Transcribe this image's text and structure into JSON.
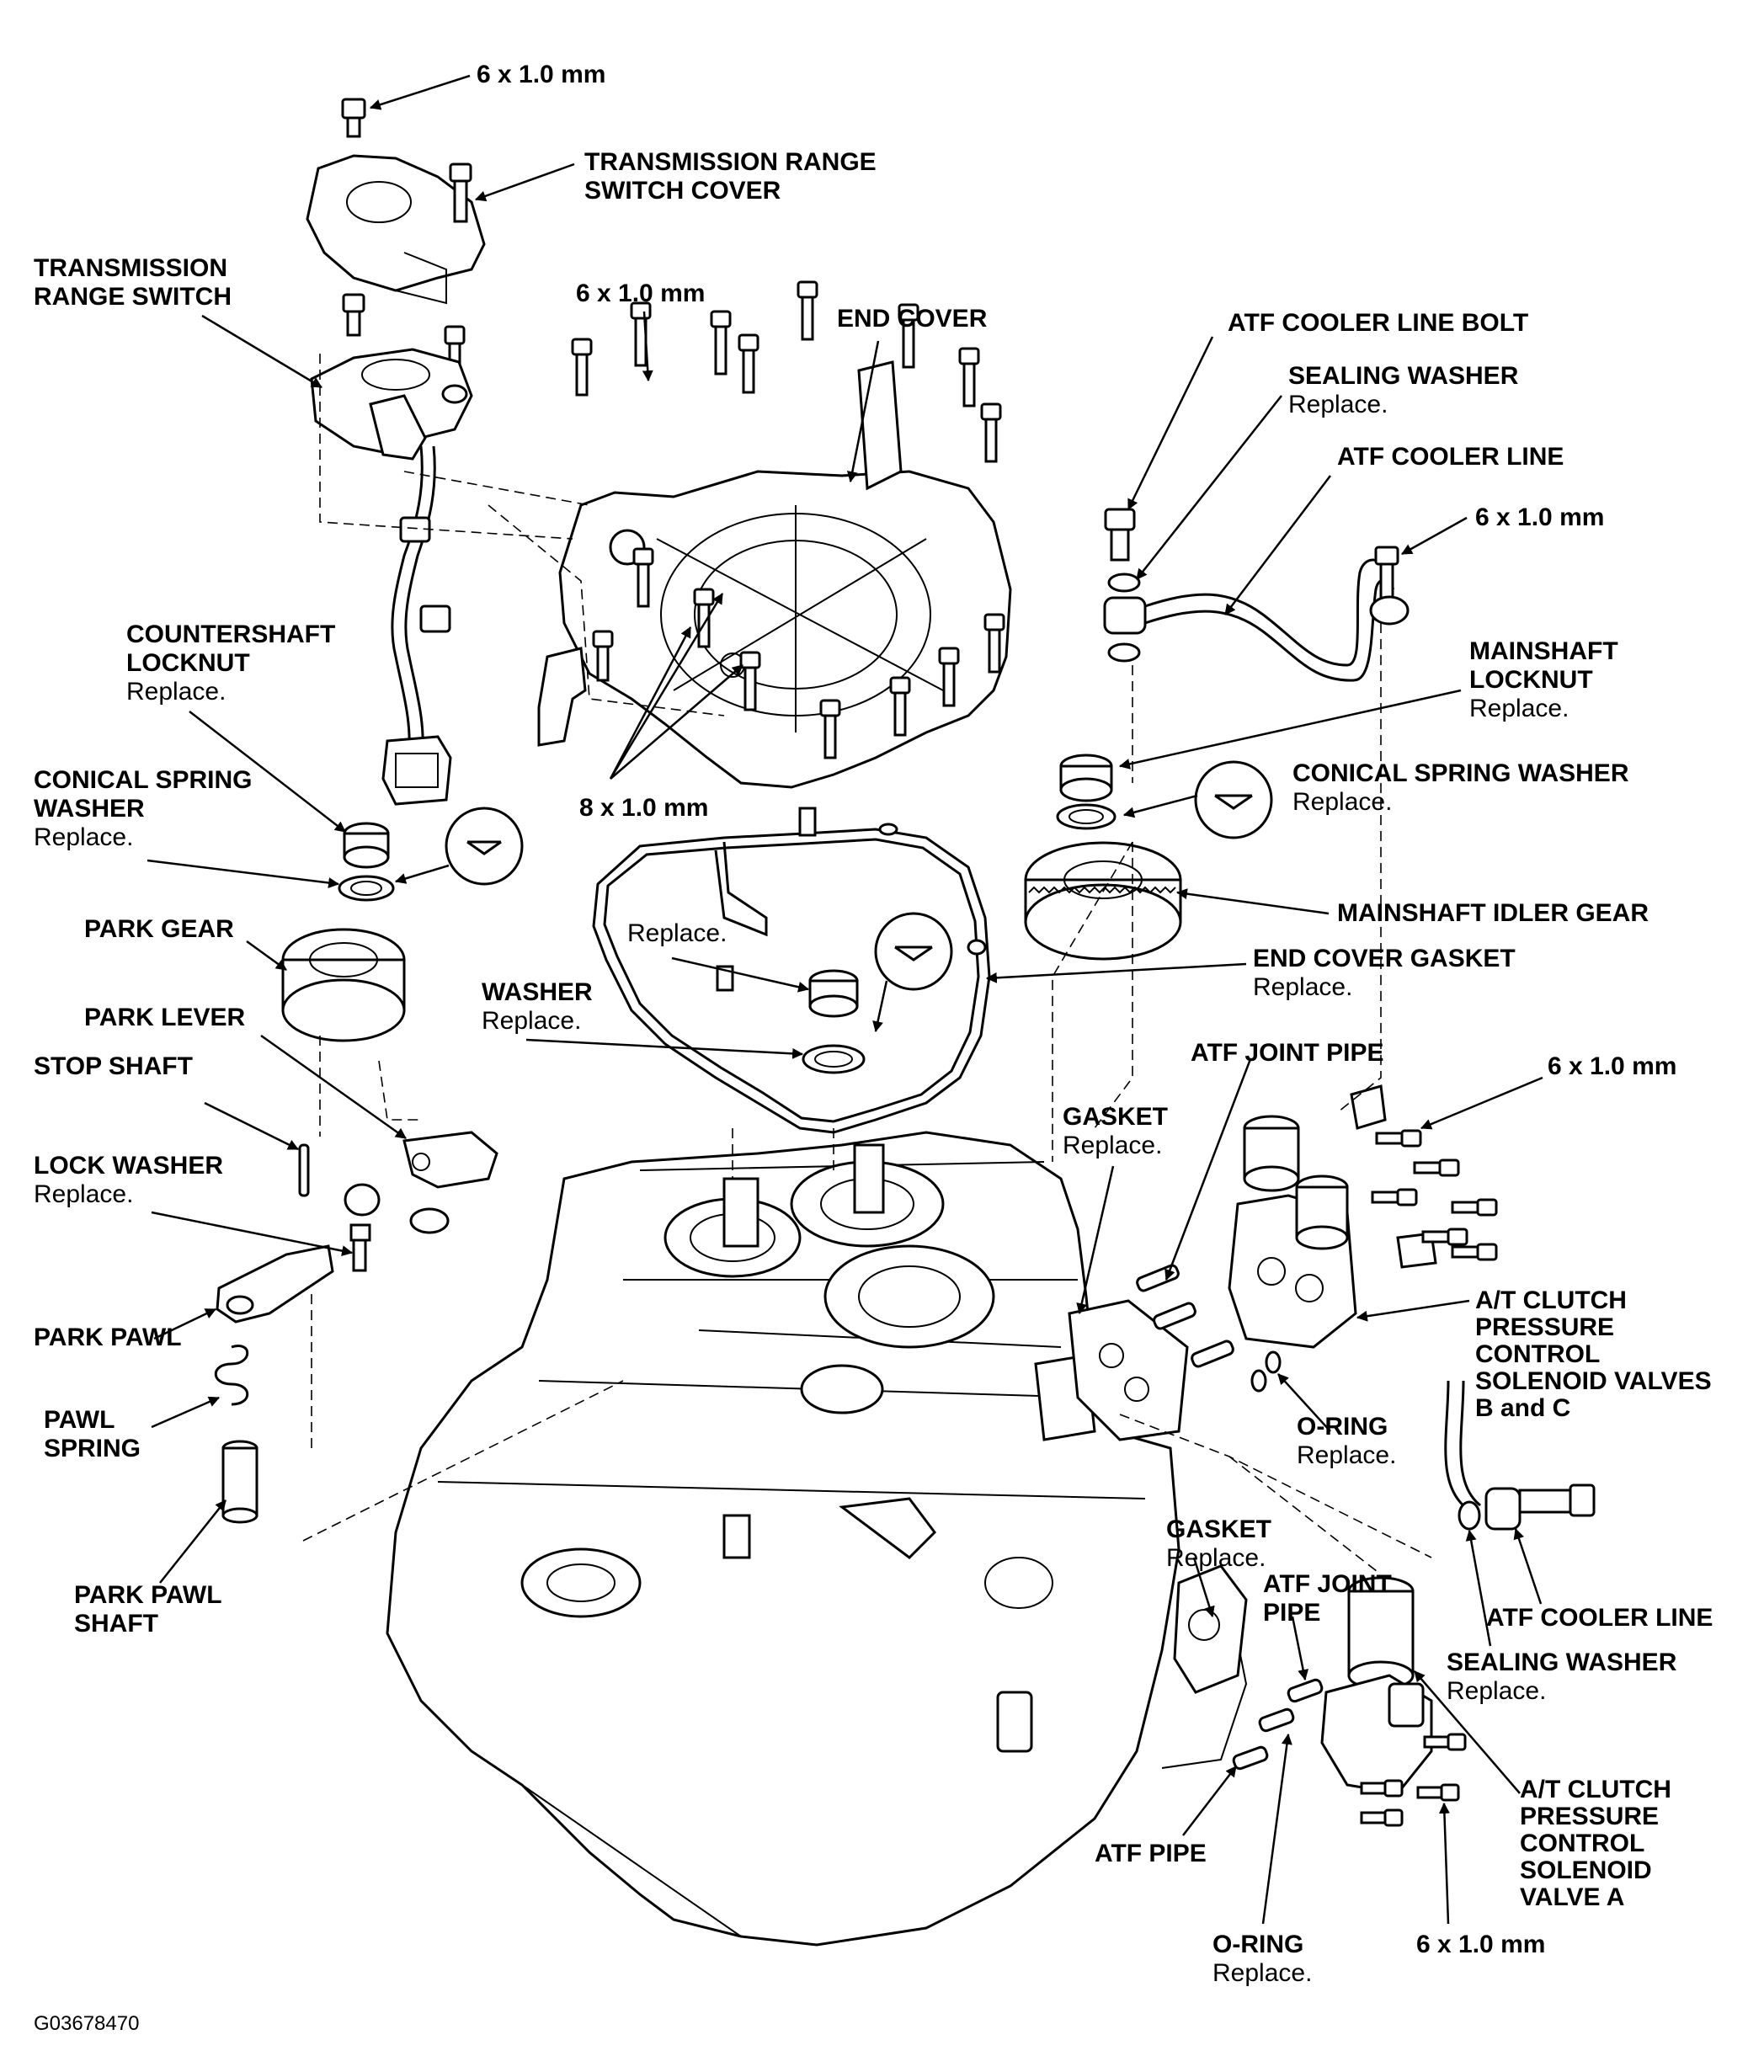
{
  "figure_code": "G03678470",
  "labels": {
    "top_bolt": {
      "title": "6 x 1.0 mm",
      "note": ""
    },
    "trs_cover": {
      "title": "TRANSMISSION RANGE\nSWITCH COVER",
      "note": ""
    },
    "trs": {
      "title": "TRANSMISSION\nRANGE SWITCH",
      "note": ""
    },
    "end_cover_bolt": {
      "title": "6 x 1.0 mm",
      "note": ""
    },
    "end_cover": {
      "title": "END COVER",
      "note": ""
    },
    "atf_cooler_line_bolt": {
      "title": "ATF COOLER LINE BOLT",
      "note": ""
    },
    "sealing_washer_top": {
      "title": "SEALING WASHER",
      "note": "Replace."
    },
    "atf_cooler_line_top": {
      "title": "ATF COOLER LINE",
      "note": ""
    },
    "cooler_bolt_6x1": {
      "title": "6 x 1.0 mm",
      "note": ""
    },
    "countershaft_locknut": {
      "title": "COUNTERSHAFT\nLOCKNUT",
      "note": "Replace."
    },
    "mainshaft_locknut": {
      "title": "MAINSHAFT\nLOCKNUT",
      "note": "Replace."
    },
    "bolt_8x1": {
      "title": "8 x 1.0 mm",
      "note": ""
    },
    "conical_spring_washer_left": {
      "title": "CONICAL SPRING\nWASHER",
      "note": "Replace."
    },
    "conical_spring_washer_right": {
      "title": "CONICAL SPRING WASHER",
      "note": "Replace."
    },
    "park_gear": {
      "title": "PARK GEAR",
      "note": ""
    },
    "center_replace": {
      "title": "",
      "note": "Replace."
    },
    "mainshaft_idler_gear": {
      "title": "MAINSHAFT IDLER GEAR",
      "note": ""
    },
    "end_cover_gasket": {
      "title": "END COVER GASKET",
      "note": "Replace."
    },
    "washer": {
      "title": "WASHER",
      "note": "Replace."
    },
    "park_lever": {
      "title": "PARK LEVER",
      "note": ""
    },
    "stop_shaft": {
      "title": "STOP SHAFT",
      "note": ""
    },
    "atf_joint_pipe_top": {
      "title": "ATF JOINT PIPE",
      "note": ""
    },
    "solenoid_bolt_top": {
      "title": "6 x 1.0 mm",
      "note": ""
    },
    "gasket_top": {
      "title": "GASKET",
      "note": "Replace."
    },
    "lock_washer": {
      "title": "LOCK WASHER",
      "note": "Replace."
    },
    "solenoid_bc": {
      "title": "A/T CLUTCH\nPRESSURE\nCONTROL\nSOLENOID VALVES\nB and C",
      "note": ""
    },
    "park_pawl": {
      "title": "PARK PAWL",
      "note": ""
    },
    "o_ring_top": {
      "title": "O-RING",
      "note": "Replace."
    },
    "pawl_spring": {
      "title": "PAWL\nSPRING",
      "note": ""
    },
    "gasket_bottom": {
      "title": "GASKET",
      "note": "Replace."
    },
    "atf_joint_pipe_bottom": {
      "title": "ATF JOINT\nPIPE",
      "note": ""
    },
    "park_pawl_shaft": {
      "title": "PARK PAWL\nSHAFT",
      "note": ""
    },
    "atf_cooler_line_bottom": {
      "title": "ATF COOLER LINE",
      "note": ""
    },
    "sealing_washer_bottom": {
      "title": "SEALING WASHER",
      "note": "Replace."
    },
    "solenoid_a": {
      "title": "A/T CLUTCH\nPRESSURE\nCONTROL\nSOLENOID\nVALVE A",
      "note": ""
    },
    "atf_pipe": {
      "title": "ATF PIPE",
      "note": ""
    },
    "o_ring_bottom": {
      "title": "O-RING",
      "note": "Replace."
    },
    "solenoid_bolt_bottom": {
      "title": "6 x 1.0 mm",
      "note": ""
    }
  }
}
